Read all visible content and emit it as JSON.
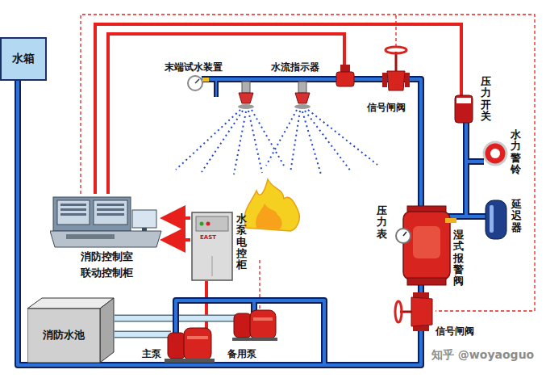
{
  "diagram": {
    "nodes": [
      {
        "text": [
          "水箱"
        ]
      },
      {
        "text": [
          "消防控制室 联动控制柜"
        ]
      },
      {
        "text": [
          "水泵电控柜"
        ]
      },
      {
        "text": [
          "消防水池"
        ]
      }
    ],
    "edges": [
      {
        "from": 2,
        "to": 1,
        "arrow": "to"
      },
      {
        "from": 2,
        "to": 1,
        "arrow": "to"
      }
    ],
    "labels": [
      "末端试水装置",
      "水流指示器",
      "信号闸阀",
      "压力开关",
      "水力警铃",
      "压力表",
      "延迟器",
      "湿式报警阀",
      "信号闸阀",
      "主泵",
      "备用泵",
      "EAST",
      "知乎 @woyaoguo"
    ]
  }
}
